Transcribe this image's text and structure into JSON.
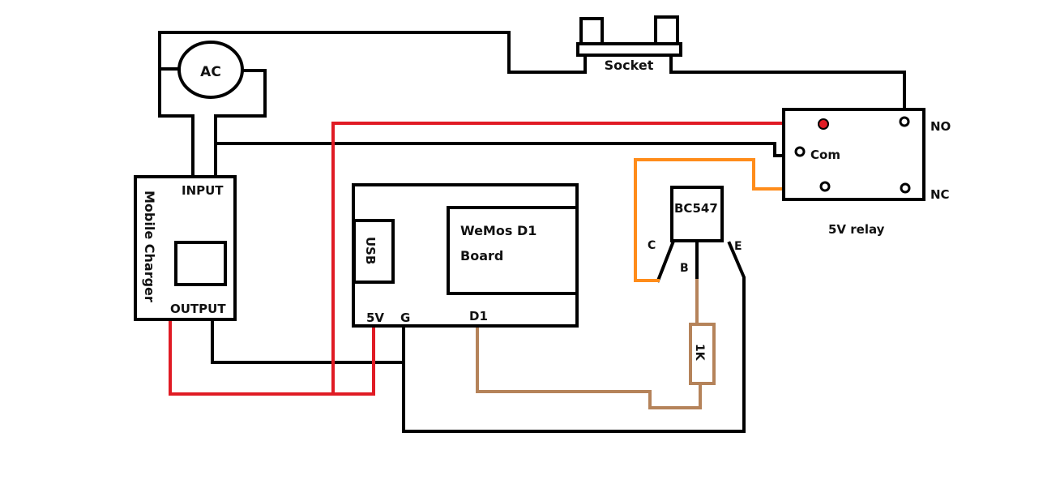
{
  "labels": {
    "ac": "AC",
    "socket": "Socket",
    "mobile_charger": "Mobile Charger",
    "input": "INPUT",
    "output": "OUTPUT",
    "usb": "USB",
    "wemos_line1": "WeMos D1",
    "wemos_line2": "Board",
    "pin_5v": "5V",
    "pin_g": "G",
    "pin_d1": "D1",
    "transistor": "BC547",
    "pin_c": "C",
    "pin_b": "B",
    "pin_e": "E",
    "resistor": "1K",
    "relay_no": "NO",
    "relay_com": "Com",
    "relay_nc": "NC",
    "relay_title": "5V relay"
  },
  "colors": {
    "wire_black": "#000000",
    "wire_red": "#e01b24",
    "wire_orange": "#ff8c1a",
    "wire_brown": "#b5835a"
  }
}
